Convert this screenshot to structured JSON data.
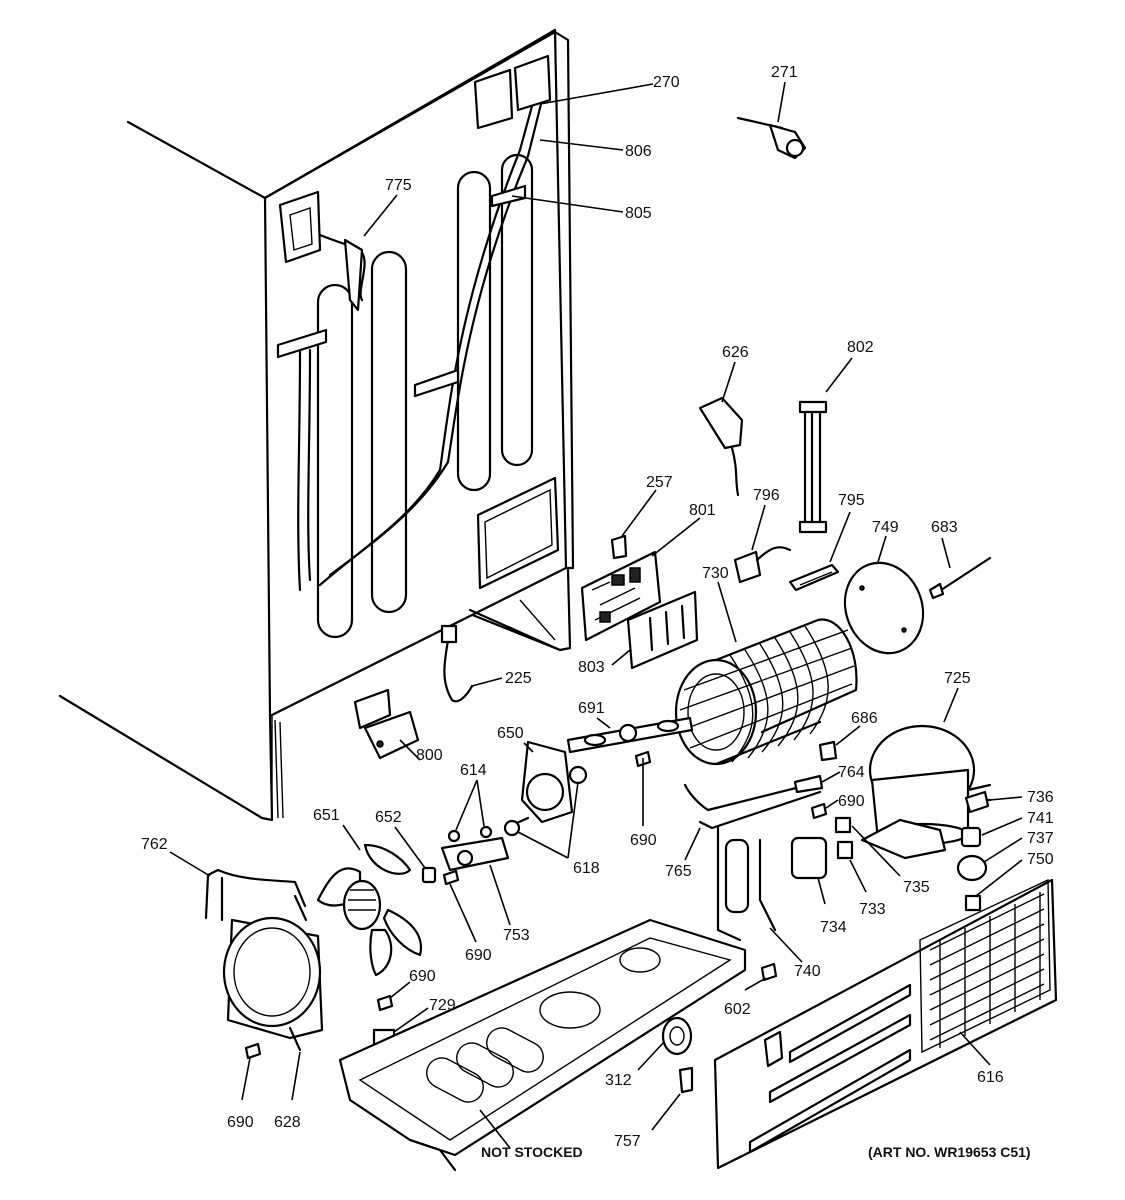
{
  "labels": [
    {
      "id": "270",
      "text": "270"
    },
    {
      "id": "271",
      "text": "271"
    },
    {
      "id": "806",
      "text": "806"
    },
    {
      "id": "775",
      "text": "775"
    },
    {
      "id": "805",
      "text": "805"
    },
    {
      "id": "626",
      "text": "626"
    },
    {
      "id": "802",
      "text": "802"
    },
    {
      "id": "257",
      "text": "257"
    },
    {
      "id": "801",
      "text": "801"
    },
    {
      "id": "796",
      "text": "796"
    },
    {
      "id": "795",
      "text": "795"
    },
    {
      "id": "749",
      "text": "749"
    },
    {
      "id": "683",
      "text": "683"
    },
    {
      "id": "730",
      "text": "730"
    },
    {
      "id": "803",
      "text": "803"
    },
    {
      "id": "225",
      "text": "225"
    },
    {
      "id": "725",
      "text": "725"
    },
    {
      "id": "691",
      "text": "691"
    },
    {
      "id": "650",
      "text": "650"
    },
    {
      "id": "686",
      "text": "686"
    },
    {
      "id": "614",
      "text": "614"
    },
    {
      "id": "800",
      "text": "800"
    },
    {
      "id": "764",
      "text": "764"
    },
    {
      "id": "651",
      "text": "651"
    },
    {
      "id": "652",
      "text": "652"
    },
    {
      "id": "690a",
      "text": "690"
    },
    {
      "id": "736",
      "text": "736"
    },
    {
      "id": "741",
      "text": "741"
    },
    {
      "id": "690b",
      "text": "690"
    },
    {
      "id": "737",
      "text": "737"
    },
    {
      "id": "762",
      "text": "762"
    },
    {
      "id": "618",
      "text": "618"
    },
    {
      "id": "750",
      "text": "750"
    },
    {
      "id": "765",
      "text": "765"
    },
    {
      "id": "735",
      "text": "735"
    },
    {
      "id": "753",
      "text": "753"
    },
    {
      "id": "734",
      "text": "734"
    },
    {
      "id": "733",
      "text": "733"
    },
    {
      "id": "690c",
      "text": "690"
    },
    {
      "id": "740",
      "text": "740"
    },
    {
      "id": "690d",
      "text": "690"
    },
    {
      "id": "602",
      "text": "602"
    },
    {
      "id": "729",
      "text": "729"
    },
    {
      "id": "616",
      "text": "616"
    },
    {
      "id": "312",
      "text": "312"
    },
    {
      "id": "690e",
      "text": "690"
    },
    {
      "id": "628",
      "text": "628"
    },
    {
      "id": "757",
      "text": "757"
    }
  ],
  "footer": {
    "not_stocked": "NOT STOCKED",
    "art_no": "(ART NO. WR19653 C51)"
  }
}
